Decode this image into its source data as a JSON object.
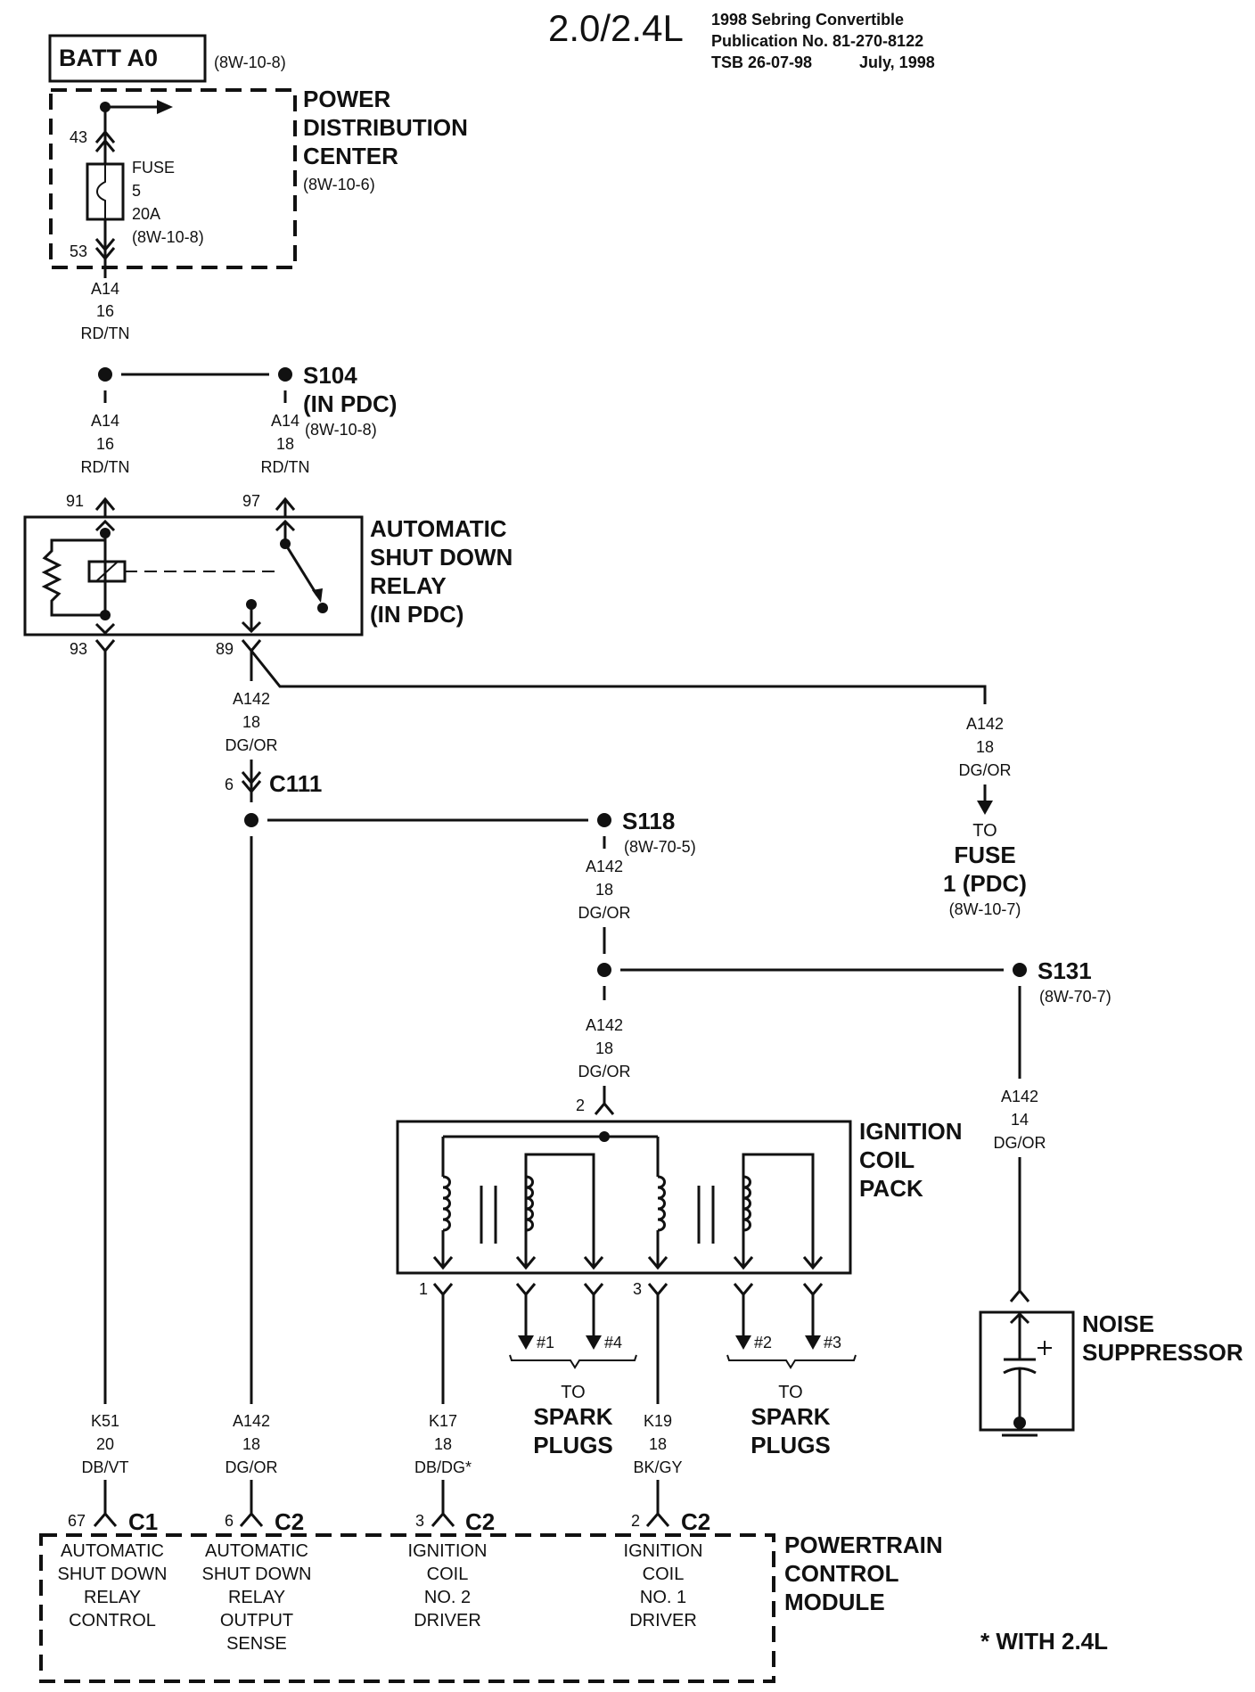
{
  "header": {
    "engine": "2.0/2.4L",
    "pub_line1": "1998 Sebring Convertible",
    "pub_line2": "Publication No. 81-270-8122",
    "pub_line3": "TSB 26-07-98",
    "pub_date": "July, 1998"
  },
  "batt": {
    "label": "BATT A0",
    "ref": "(8W-10-8)"
  },
  "pdc": {
    "title_l1": "POWER",
    "title_l2": "DISTRIBUTION",
    "title_l3": "CENTER",
    "ref": "(8W-10-6)",
    "pin_in": "43",
    "pin_out": "53",
    "fuse_l1": "FUSE",
    "fuse_l2": "5",
    "fuse_l3": "20A",
    "fuse_l4": "(8W-10-8)"
  },
  "wires": {
    "a14_top": {
      "id": "A14",
      "gauge": "16",
      "color": "RD/TN"
    },
    "a14_left": {
      "id": "A14",
      "gauge": "16",
      "color": "RD/TN"
    },
    "a14_right": {
      "id": "A14",
      "gauge": "18",
      "color": "RD/TN"
    },
    "a142_89": {
      "id": "A142",
      "gauge": "18",
      "color": "DG/OR"
    },
    "a142_fuse": {
      "id": "A142",
      "gauge": "18",
      "color": "DG/OR"
    },
    "a142_s118": {
      "id": "A142",
      "gauge": "18",
      "color": "DG/OR"
    },
    "a142_coil": {
      "id": "A142",
      "gauge": "18",
      "color": "DG/OR"
    },
    "a142_noise": {
      "id": "A142",
      "gauge": "14",
      "color": "DG/OR"
    },
    "k51": {
      "id": "K51",
      "gauge": "20",
      "color": "DB/VT"
    },
    "a142_pcm": {
      "id": "A142",
      "gauge": "18",
      "color": "DG/OR"
    },
    "k17": {
      "id": "K17",
      "gauge": "18",
      "color": "DB/DG*"
    },
    "k19": {
      "id": "K19",
      "gauge": "18",
      "color": "BK/GY"
    }
  },
  "splices": {
    "s104": {
      "name": "S104",
      "sub": "(IN PDC)",
      "ref": "(8W-10-8)"
    },
    "s118": {
      "name": "S118",
      "ref": "(8W-70-5)"
    },
    "s131": {
      "name": "S131",
      "ref": "(8W-70-7)"
    }
  },
  "asd_relay": {
    "title_l1": "AUTOMATIC",
    "title_l2": "SHUT DOWN",
    "title_l3": "RELAY",
    "title_l4": "(IN PDC)",
    "pin_91": "91",
    "pin_97": "97",
    "pin_93": "93",
    "pin_89": "89"
  },
  "c111": {
    "pin": "6",
    "name": "C111"
  },
  "to_fuse": {
    "l1": "TO",
    "l2": "FUSE",
    "l3": "1 (PDC)",
    "l4": "(8W-10-7)"
  },
  "coil_pack": {
    "title_l1": "IGNITION",
    "title_l2": "COIL",
    "title_l3": "PACK",
    "pin_in": "2",
    "pin_1": "1",
    "pin_3": "3"
  },
  "spark_left": {
    "p1": "#1",
    "p2": "#4",
    "to": "TO",
    "l1": "SPARK",
    "l2": "PLUGS"
  },
  "spark_right": {
    "p1": "#2",
    "p2": "#3",
    "to": "TO",
    "l1": "SPARK",
    "l2": "PLUGS"
  },
  "noise": {
    "l1": "NOISE",
    "l2": "SUPPRESSOR"
  },
  "pcm": {
    "title_l1": "POWERTRAIN",
    "title_l2": "CONTROL",
    "title_l3": "MODULE",
    "c1": {
      "pin": "67",
      "conn": "C1",
      "l1": "AUTOMATIC",
      "l2": "SHUT DOWN",
      "l3": "RELAY",
      "l4": "CONTROL"
    },
    "c2a": {
      "pin": "6",
      "conn": "C2",
      "l1": "AUTOMATIC",
      "l2": "SHUT DOWN",
      "l3": "RELAY",
      "l4": "OUTPUT",
      "l5": "SENSE"
    },
    "c2b": {
      "pin": "3",
      "conn": "C2",
      "l1": "IGNITION",
      "l2": "COIL",
      "l3": "NO. 2",
      "l4": "DRIVER"
    },
    "c2c": {
      "pin": "2",
      "conn": "C2",
      "l1": "IGNITION",
      "l2": "COIL",
      "l3": "NO. 1",
      "l4": "DRIVER"
    }
  },
  "footnote": "* WITH 2.4L"
}
